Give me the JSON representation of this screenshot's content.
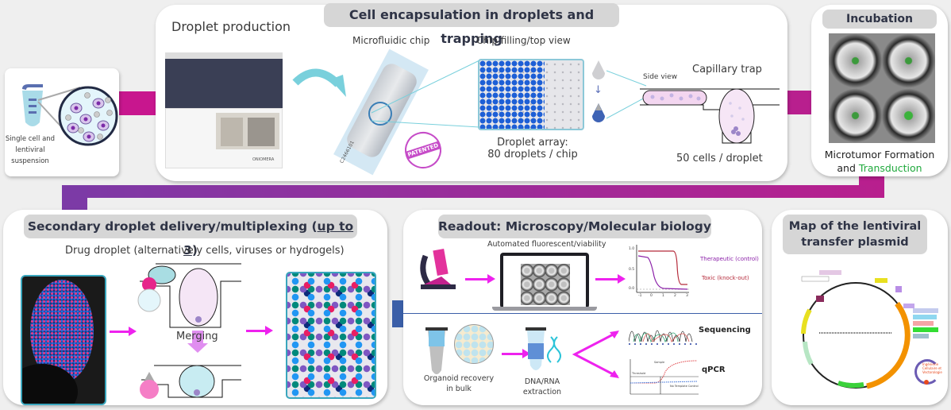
{
  "input": {
    "caption_lines": [
      "Single cell and",
      "lentiviral",
      "suspension"
    ]
  },
  "encapsulation": {
    "header": "Cell encapsulation in droplets and trapping",
    "droplet_production": "Droplet production",
    "instrument_brand": "ONIOMERA",
    "microfluidic_chip": "Microfluidic chip",
    "chip_code": "C2466101",
    "stamp_text": "PATENTED",
    "chip_filling": "Chip filling/top view",
    "droplet_array_line1": "Droplet array:",
    "droplet_array_line2": "80 droplets / chip",
    "side_view": "Side view",
    "capillary_trap": "Capillary trap",
    "cells_per_droplet": "50 cells / droplet"
  },
  "incubation": {
    "header": "Incubation",
    "caption_line1": "Microtumor Formation",
    "caption_and": "and ",
    "caption_highlight": "Transduction",
    "highlight_color": "#1fa93c"
  },
  "secondary": {
    "header_main": "Secondary droplet delivery/multiplexing (",
    "header_underlined": "up to 3",
    "header_end": ")",
    "drug_droplet": "Drug droplet (alternatively cells, viruses or hydrogels)",
    "merging": "Merging"
  },
  "readout": {
    "header": "Readout: Microscopy/Molecular biology",
    "automated": "Automated fluorescent/viability",
    "legend_therapeutic": "Therapeutic (control)",
    "legend_toxic": "Toxic (knock-out)",
    "curve_yticks": [
      "1.0",
      "0.5",
      "0.0"
    ],
    "curve_xticks": [
      "-1",
      "0",
      "1",
      "2",
      "3"
    ],
    "organoid_line1": "Organoid recovery",
    "organoid_line2": "in bulk",
    "extraction_line1": "DNA/RNA",
    "extraction_line2": "extraction",
    "sequencing": "Sequencing",
    "qpcr": "qPCR",
    "qpcr_sample": "Sample",
    "qpcr_threshold": "Threshold",
    "qpcr_ntc": "No Template Control"
  },
  "plasmid": {
    "header_line1": "Map of the lentiviral",
    "header_line2": "transfer plasmid",
    "institute_line1": "Ingénierie",
    "institute_line2": "Cellulaire et",
    "institute_line3": "Vectorologie"
  },
  "colors": {
    "connector_magenta": "#c0178f",
    "connector_purple": "#7c3aa6",
    "arrow_pink": "#ee22ee",
    "arrow_blue": "#3b5fa8",
    "header_bg": "#d6d6d6"
  }
}
